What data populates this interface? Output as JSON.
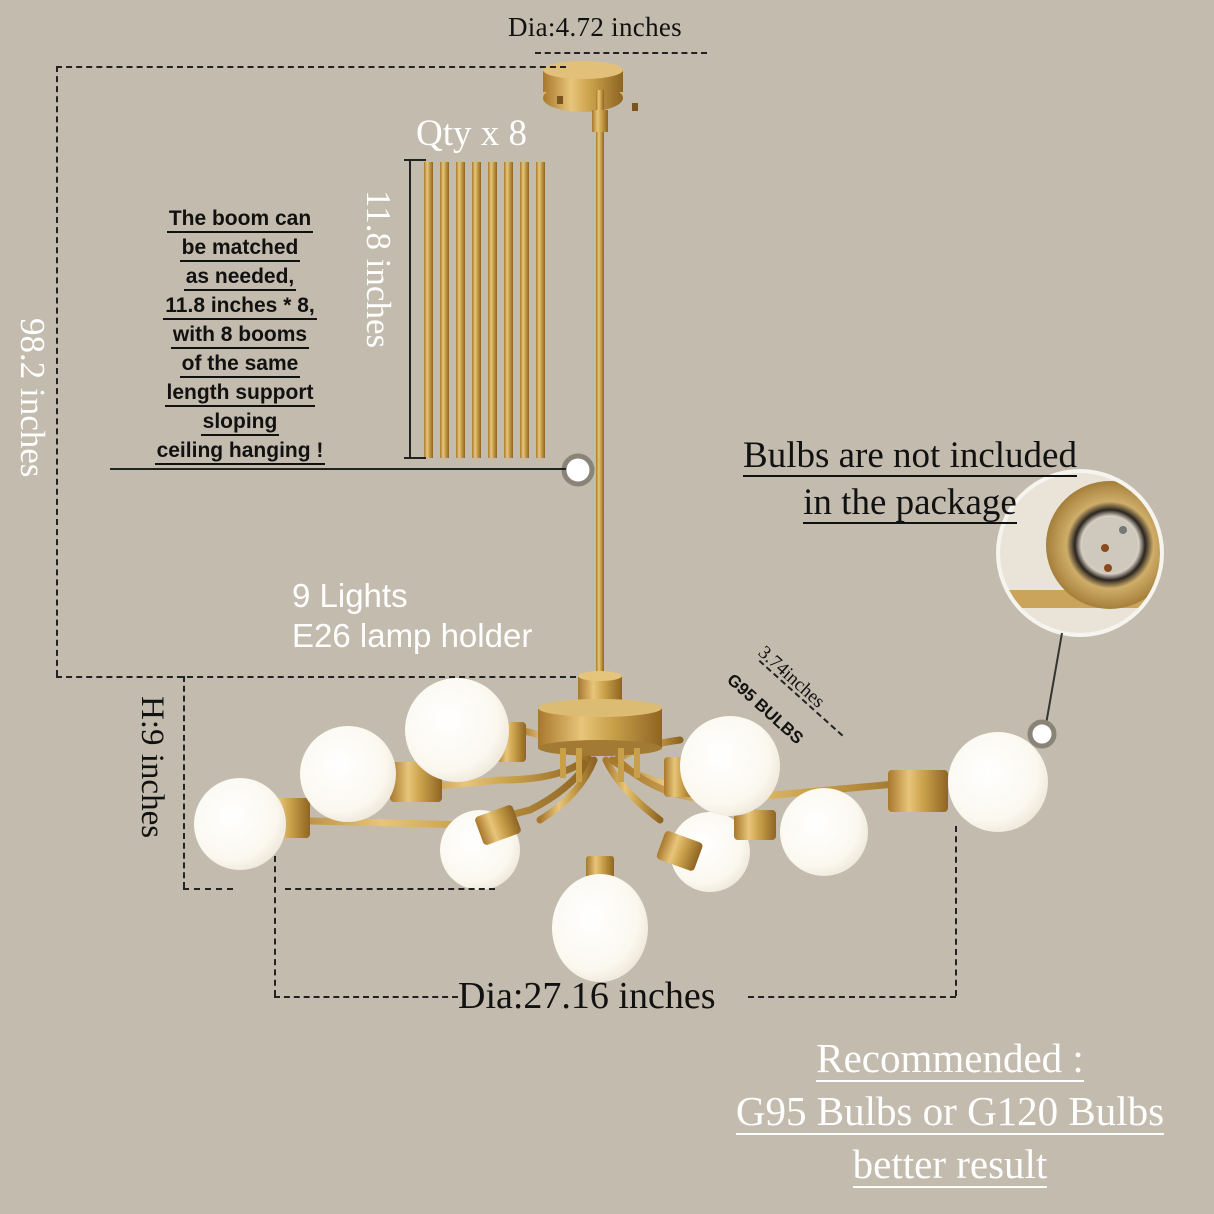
{
  "product": {
    "type": "9-light sputnik chandelier",
    "finish_color": "#c9a04a",
    "background_color": "#c3bbad"
  },
  "dimensions": {
    "canopy_diameter": "Dia:4.72 inches",
    "total_height": "98.2 inches",
    "body_height": "H:9 inches",
    "overall_diameter": "Dia:27.16 inches",
    "boom_length": "11.8 inches",
    "bulb_size": "3.74inches"
  },
  "booms": {
    "qty_label": "Qty x 8",
    "count": 8,
    "note_lines": [
      "The boom can",
      "be matched",
      "as needed,",
      "11.8 inches * 8,",
      "with 8 booms",
      "of the same",
      "length support",
      "sloping",
      "ceiling hanging !"
    ]
  },
  "lights": {
    "count_label": "9 Lights",
    "holder_label": "E26 lamp holder",
    "bulb_type_label": "G95 BULBS"
  },
  "bulbs_notice": {
    "line1": "Bulbs are not included",
    "line2": "in the package"
  },
  "recommendation": {
    "line1": "Recommended :",
    "line2": "G95 Bulbs or G120 Bulbs",
    "line3": "better result"
  }
}
